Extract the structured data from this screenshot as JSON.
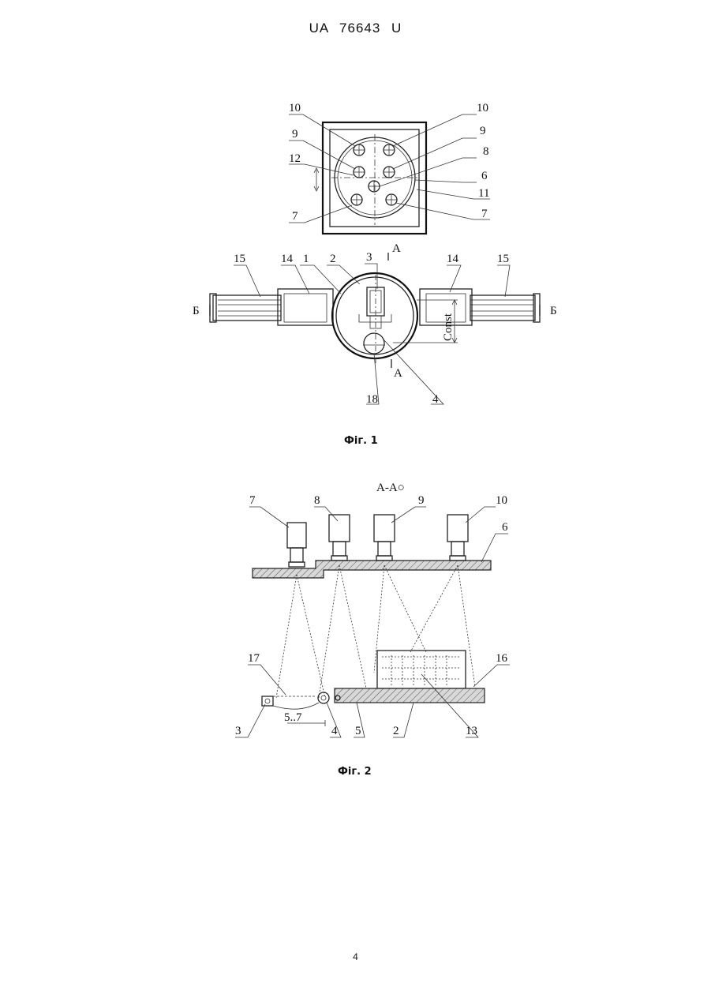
{
  "header": {
    "doc_id": "UA   76643   U"
  },
  "page_number": "4",
  "figure1": {
    "caption": "Фіг. 1",
    "top_labels": {
      "l10a": "10",
      "l10b": "10",
      "l9a": "9",
      "l9b": "9",
      "l8": "8",
      "l12": "12",
      "l6": "6",
      "l11": "11",
      "l7a": "7",
      "l7b": "7"
    },
    "bottom_labels": {
      "section_a_top": "A",
      "section_a_bottom": "A",
      "b_left": "Б",
      "b_right": "Б",
      "l15a": "15",
      "l15b": "15",
      "l14a": "14",
      "l14b": "14",
      "l1": "1",
      "l2": "2",
      "l3": "3",
      "l18": "18",
      "l4": "4",
      "const": "Const"
    }
  },
  "figure2": {
    "caption": "Фіг. 2",
    "section_title": "А-А○",
    "labels": {
      "l7": "7",
      "l8": "8",
      "l9": "9",
      "l10": "10",
      "l6": "6",
      "l17": "17",
      "l16": "16",
      "l3": "3",
      "l4": "4",
      "l5": "5",
      "l2": "2",
      "l13": "13",
      "dim": "5..7"
    }
  }
}
